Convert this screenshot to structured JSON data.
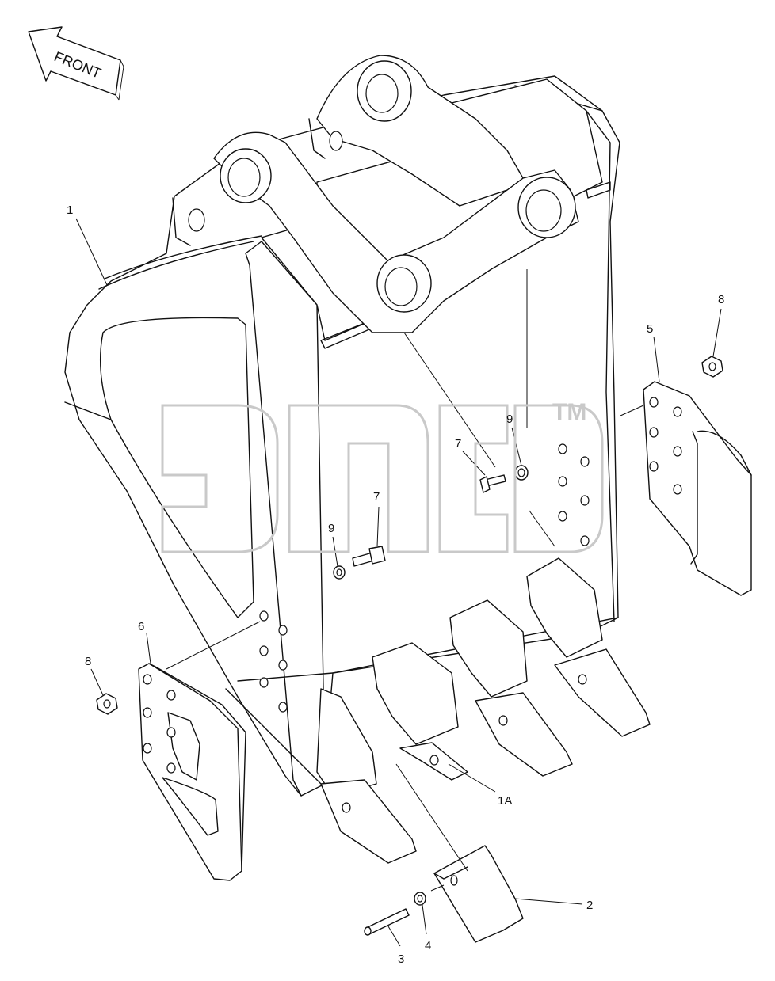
{
  "front_arrow": {
    "label": "FRONT"
  },
  "watermark": {
    "trademark": "TM"
  },
  "callouts": [
    {
      "id": "c-1",
      "text": "1"
    },
    {
      "id": "c-1a",
      "text": "1A"
    },
    {
      "id": "c-2",
      "text": "2"
    },
    {
      "id": "c-3",
      "text": "3"
    },
    {
      "id": "c-4",
      "text": "4"
    },
    {
      "id": "c-5",
      "text": "5"
    },
    {
      "id": "c-6",
      "text": "6"
    },
    {
      "id": "c-7a",
      "text": "7"
    },
    {
      "id": "c-7b",
      "text": "7"
    },
    {
      "id": "c-8a",
      "text": "8"
    },
    {
      "id": "c-8b",
      "text": "8"
    },
    {
      "id": "c-9a",
      "text": "9"
    },
    {
      "id": "c-9b",
      "text": "9"
    }
  ]
}
